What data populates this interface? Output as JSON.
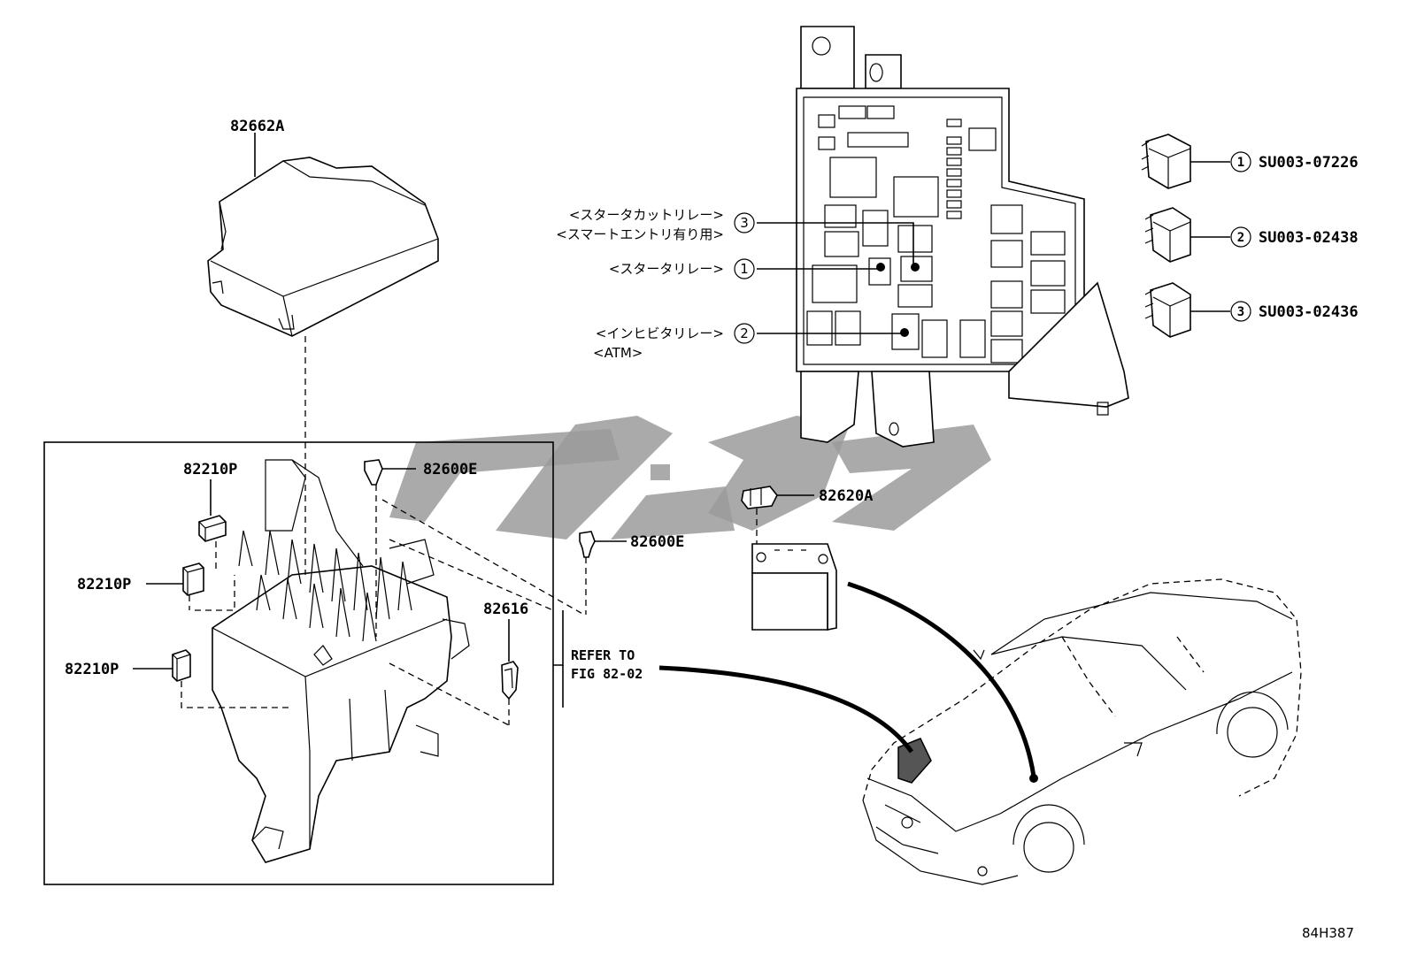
{
  "callouts": {
    "cover": "82662A",
    "fuse_top": "82600E",
    "fuse_mid": "82600E",
    "relay_a": "82210P",
    "relay_b": "82210P",
    "relay_c": "82210P",
    "fuse_puller": "82616",
    "battery_fuse": "82620A",
    "refer_line1": "REFER TO",
    "refer_line2": "FIG 82-02"
  },
  "relay_legend": [
    {
      "num": "1",
      "part": "SU003-07226"
    },
    {
      "num": "2",
      "part": "SU003-02438"
    },
    {
      "num": "3",
      "part": "SU003-02436"
    }
  ],
  "relay_notes": [
    {
      "num": "3",
      "line1": "<スタータカットリレー>",
      "line2": "<スマートエントリ有り用>"
    },
    {
      "num": "1",
      "line1": "<スタータリレー>",
      "line2": ""
    },
    {
      "num": "2",
      "line1": "<インヒビタリレー>",
      "line2": "<ATM>"
    }
  ],
  "figure_code": "84H387"
}
